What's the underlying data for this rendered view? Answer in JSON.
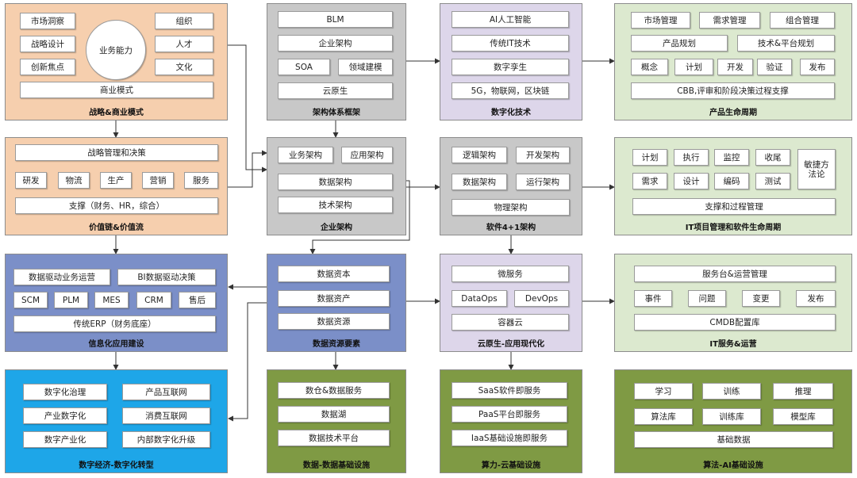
{
  "colors": {
    "strategy": "#f6cfae",
    "value": "#f6cfae",
    "arch": "#c8c8c8",
    "enterprise": "#c8c8c8",
    "digital_tech": "#ddd6ea",
    "soft41": "#c8c8c8",
    "product": "#dce9cf",
    "itproject": "#dce9cf",
    "info": "#7b8fc8",
    "data_elements": "#7b8fc8",
    "cloud_native": "#ddd6ea",
    "itservice": "#dce9cf",
    "digital_economy": "#1ea6e8",
    "data_infra": "#7f9a44",
    "compute_infra": "#7f9a44",
    "ai_infra": "#7f9a44",
    "arrow": "#333333"
  },
  "panels": {
    "strategy": {
      "title": "战略&商业模式",
      "items": [
        "市场洞察",
        "战略设计",
        "创新焦点",
        "业务能力",
        "组织",
        "人才",
        "文化",
        "商业模式"
      ]
    },
    "value_chain": {
      "title": "价值链&价值流",
      "items": [
        "战略管理和决策",
        "研发",
        "物流",
        "生产",
        "营销",
        "服务",
        "支撑（财务、HR，综合）"
      ]
    },
    "arch_framework": {
      "title": "架构体系框架",
      "items": [
        "BLM",
        "企业架构",
        "SOA",
        "领域建模",
        "云原生"
      ]
    },
    "enterprise_arch": {
      "title": "企业架构",
      "items": [
        "业务架构",
        "应用架构",
        "数据架构",
        "技术架构"
      ]
    },
    "digital_tech": {
      "title": "数字化技术",
      "items": [
        "AI人工智能",
        "传统IT技术",
        "数字孪生",
        "5G，物联网，区块链"
      ]
    },
    "soft41": {
      "title": "软件4+1架构",
      "items": [
        "逻辑架构",
        "开发架构",
        "数据架构",
        "运行架构",
        "物理架构"
      ]
    },
    "product_lifecycle": {
      "title": "产品生命周期",
      "items": [
        "市场管理",
        "需求管理",
        "组合管理",
        "产品规划",
        "技术&平台规划",
        "概念",
        "计划",
        "开发",
        "验证",
        "发布",
        "CBB,评审和阶段决策过程支撑"
      ]
    },
    "it_project": {
      "title": "IT项目管理和软件生命周期",
      "items": [
        "计划",
        "执行",
        "监控",
        "收尾",
        "需求",
        "设计",
        "编码",
        "测试",
        "敏捷方法论",
        "支撑和过程管理"
      ]
    },
    "info_app": {
      "title": "信息化应用建设",
      "items": [
        "数据驱动业务运营",
        "BI数据驱动决策",
        "SCM",
        "PLM",
        "MES",
        "CRM",
        "售后",
        "传统ERP（财务底座）"
      ]
    },
    "data_elements": {
      "title": "数据资源要素",
      "items": [
        "数据资本",
        "数据资产",
        "数据资源"
      ]
    },
    "cloud_native": {
      "title": "云原生-应用现代化",
      "items": [
        "微服务",
        "DataOps",
        "DevOps",
        "容器云"
      ]
    },
    "it_service": {
      "title": "IT服务&运营",
      "items": [
        "服务台&运营管理",
        "事件",
        "问题",
        "变更",
        "发布",
        "CMDB配置库"
      ]
    },
    "digital_economy": {
      "title": "数字经济-数字化转型",
      "items": [
        "数字化治理",
        "产品互联网",
        "产业数字化",
        "消费互联网",
        "数字产业化",
        "内部数字化升级"
      ]
    },
    "data_infra": {
      "title": "数据-数据基础设施",
      "items": [
        "数仓&数据服务",
        "数据湖",
        "数据技术平台"
      ]
    },
    "compute_infra": {
      "title": "算力-云基础设施",
      "items": [
        "SaaS软件即服务",
        "PaaS平台即服务",
        "IaaS基础设施即服务"
      ]
    },
    "ai_infra": {
      "title": "算法-AI基础设施",
      "items": [
        "学习",
        "训练",
        "推理",
        "算法库",
        "训练库",
        "模型库",
        "基础数据"
      ]
    }
  }
}
